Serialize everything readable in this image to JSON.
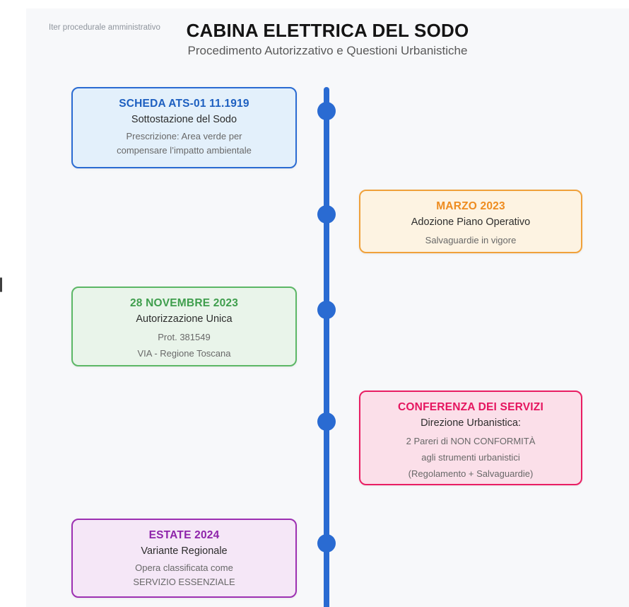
{
  "page": {
    "background": "#ffffff",
    "panel_background": "#f7f8fa"
  },
  "header": {
    "eyebrow": "Iter procedurale amministrativo",
    "title": "CABINA ELETTRICA DEL SODO",
    "subtitle": "Procedimento Autorizzativo e Questioni Urbanistiche"
  },
  "timeline": {
    "color": "#2a6bd2",
    "events": [
      {
        "side": "left",
        "accent": "#1d5fc0",
        "border": "#2a6bd2",
        "background": "#e3f0fb",
        "title": "SCHEDA ATS-01 11.1919",
        "subtitle": "Sottostazione del Sodo",
        "details": [
          "Prescrizione: Area verde per",
          "compensare l’impatto ambientale"
        ]
      },
      {
        "side": "right",
        "accent": "#ee8c20",
        "border": "#f0a13a",
        "background": "#fdf3e2",
        "title": "MARZO 2023",
        "subtitle": "Adozione Piano Operativo",
        "details": [
          "Salvaguardie in vigore"
        ]
      },
      {
        "side": "left",
        "accent": "#3f9e4d",
        "border": "#5cb766",
        "background": "#e9f4ea",
        "title": "28 NOVEMBRE 2023",
        "subtitle": "Autorizzazione Unica",
        "details": [
          "Prot. 381549",
          "VIA - Regione Toscana"
        ]
      },
      {
        "side": "right",
        "accent": "#e5155f",
        "border": "#e91e63",
        "background": "#fbdfe9",
        "title": "CONFERENZA DEI SERVIZI",
        "subtitle": "Direzione Urbanistica:",
        "details": [
          "2 Pareri di NON CONFORMITÀ",
          "agli strumenti urbanistici",
          "(Regolamento + Salvaguardie)"
        ]
      },
      {
        "side": "left",
        "accent": "#8e24aa",
        "border": "#9d30b2",
        "background": "#f5e7f7",
        "title": "ESTATE 2024",
        "subtitle": "Variante Regionale",
        "details": [
          "Opera classificata come",
          "SERVIZIO ESSENZIALE"
        ]
      }
    ]
  }
}
